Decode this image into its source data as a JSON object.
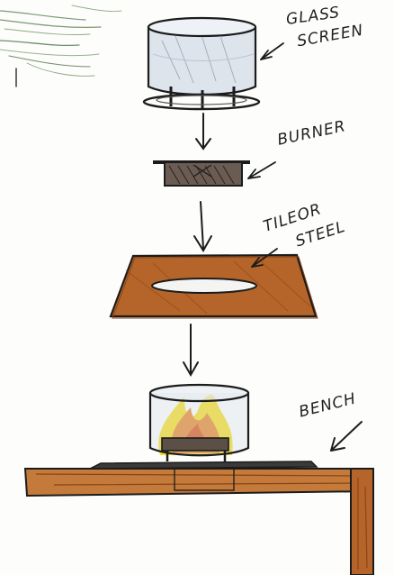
{
  "labels": {
    "glass_screen": [
      "GLASS",
      "SCREEN"
    ],
    "burner": "BURNER",
    "tile_or_steel": [
      "TILEOR",
      "STEEL"
    ],
    "bench": "BENCH"
  },
  "colors": {
    "ink": "#1c1c1c",
    "wood": "#b5652a",
    "wood_dark": "#8a4518",
    "flame_yellow": "#f6dc18",
    "flame_orange": "#e9872a",
    "glass_blue": "#cfd9e6",
    "smoke_green": "#7a9a73"
  }
}
